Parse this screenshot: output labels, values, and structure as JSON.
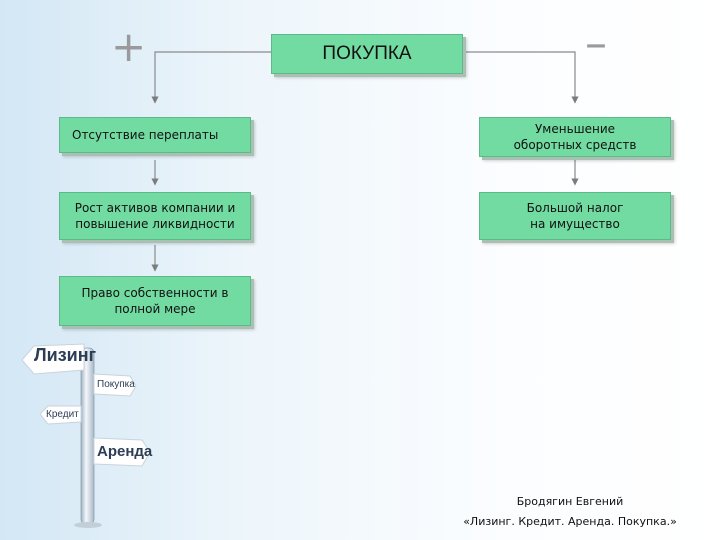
{
  "diagram": {
    "title": "ПОКУПКА",
    "plus_symbol": "+",
    "minus_symbol": "–",
    "pros": [
      "Отсутствие переплаты",
      "Рост активов компании и повышение ликвидности",
      "Право собственности в полной мере"
    ],
    "cons": [
      "Уменьшение оборотных средств",
      "Большой налог на имущество"
    ]
  },
  "signpost": {
    "leasing": "Лизинг",
    "purchase": "Покупка",
    "credit": "Кредит",
    "rent": "Аренда"
  },
  "footer": {
    "author": "Бродягин Евгений",
    "presentation": "«Лизинг. Кредит. Аренда. Покупка.»"
  },
  "colors": {
    "box_fill": "#72dba2",
    "connector": "#8a8a8a"
  }
}
